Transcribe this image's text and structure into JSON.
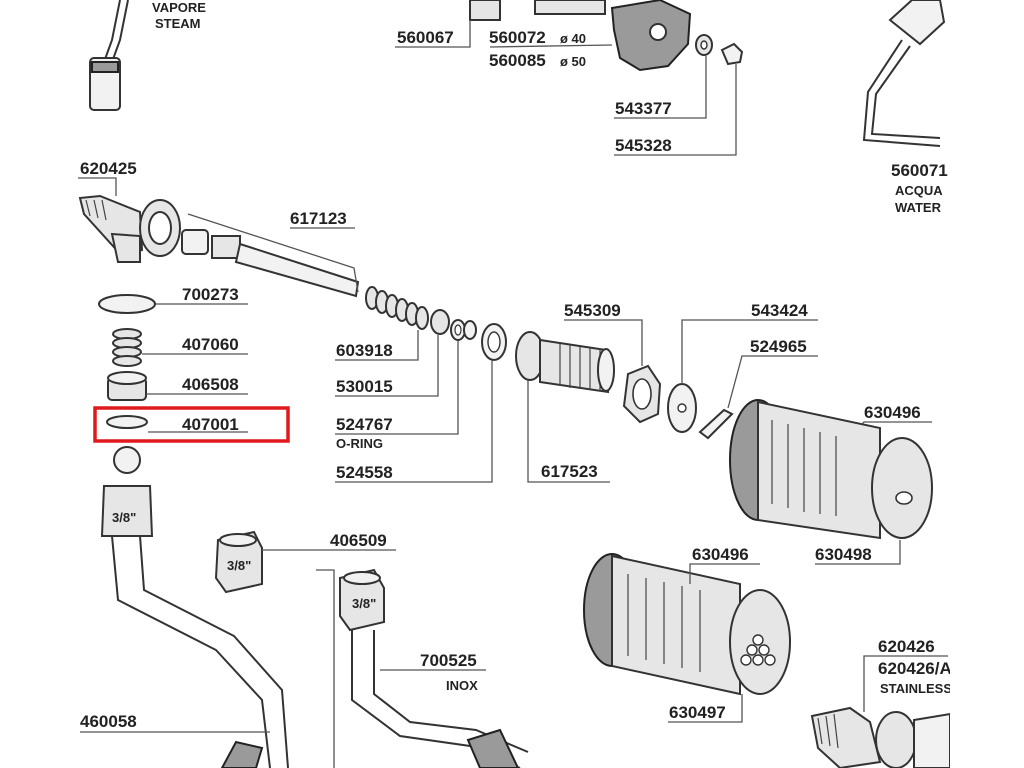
{
  "diagram": {
    "labels": {
      "vapore": "VAPORE",
      "steam": "STEAM",
      "p560067": "560067",
      "p560072": "560072",
      "d40": "ø 40",
      "p560085": "560085",
      "d50": "ø 50",
      "p543377": "543377",
      "p545328": "545328",
      "p560071": "560071",
      "acqua": "ACQUA",
      "water": "WATER",
      "p620425": "620425",
      "p617123": "617123",
      "p700273": "700273",
      "p407060": "407060",
      "p406508": "406508",
      "p407001": "407001",
      "p603918": "603918",
      "p530015": "530015",
      "p524767": "524767",
      "oring": "O-RING",
      "p524558": "524558",
      "p545309": "545309",
      "p543424": "543424",
      "p524965": "524965",
      "p617523": "617523",
      "p630496a": "630496",
      "p630498": "630498",
      "p406509": "406509",
      "p630496b": "630496",
      "p700525": "700525",
      "inox": "INOX",
      "p630497": "630497",
      "p460058": "460058",
      "p620426": "620426",
      "p620426a": "620426/A",
      "stainless": "STAINLESS",
      "size38a": "3/8\"",
      "size38b": "3/8\"",
      "size38c": "3/8\""
    },
    "highlight": {
      "part": "407001",
      "color": "#e0191b"
    }
  }
}
